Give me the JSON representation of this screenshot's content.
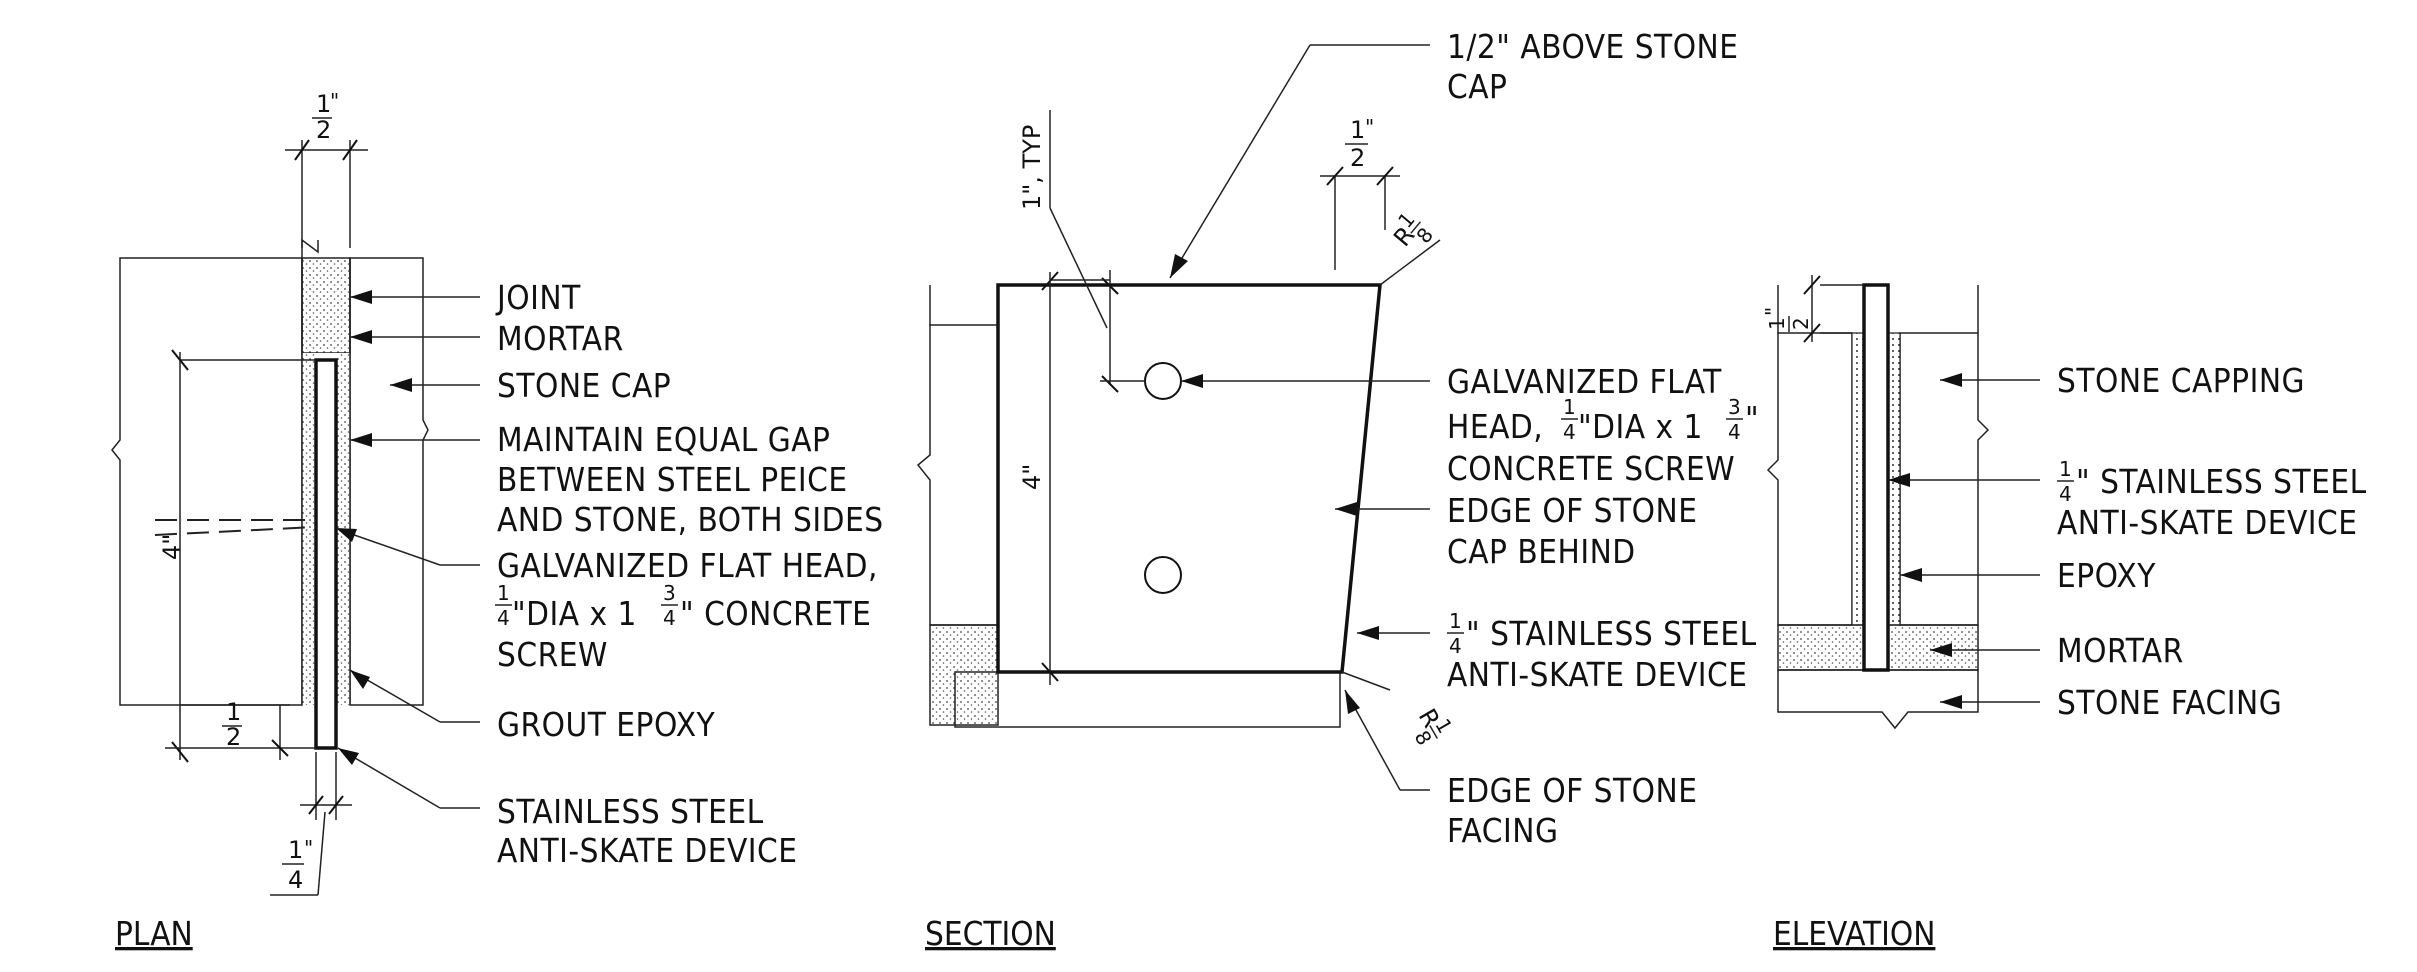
{
  "plan": {
    "title": "PLAN",
    "labels": {
      "joint": "JOINT",
      "mortar": "MORTAR",
      "stone_cap": "STONE CAP",
      "gap_1": "MAINTAIN EQUAL GAP",
      "gap_2": "BETWEEN STEEL PEICE",
      "gap_3": "AND STONE, BOTH SIDES",
      "screw_1": "GALVANIZED FLAT HEAD,",
      "screw_2": "\"DIA x 1",
      "screw_3": "\" CONCRETE",
      "screw_4": "SCREW",
      "grout": "GROUT EPOXY",
      "device_1": "STAINLESS STEEL",
      "device_2": "ANTI-SKATE DEVICE"
    },
    "dims": {
      "top": "1/2\"",
      "left": "4\"",
      "bottom_left": "1/2\"",
      "bottom": "1/4\""
    }
  },
  "section": {
    "title": "SECTION",
    "labels": {
      "above_1": "1/2\" ABOVE STONE",
      "above_2": "CAP",
      "screw_1": "GALVANIZED FLAT",
      "screw_2": "HEAD, ",
      "screw_2b": "\"DIA x 1",
      "screw_3": "CONCRETE SCREW",
      "edge_cap_1": "EDGE OF STONE",
      "edge_cap_2": "CAP BEHIND",
      "device_1": "\" STAINLESS STEEL",
      "device_2": "ANTI-SKATE DEVICE",
      "facing_1": "EDGE OF STONE",
      "facing_2": "FACING"
    },
    "dims": {
      "typ": "1\", TYP",
      "top_right": "1/2\"",
      "left": "4\"",
      "r_top": "R1/8\"",
      "r_bot": "R1/8\""
    }
  },
  "elevation": {
    "title": "ELEVATION",
    "labels": {
      "capping": "STONE CAPPING",
      "steel_1": "\" STAINLESS STEEL",
      "steel_2": "ANTI-SKATE DEVICE",
      "epoxy": "EPOXY",
      "mortar": "MORTAR",
      "facing": "STONE FACING"
    },
    "dims": {
      "top": "1/2\""
    }
  },
  "fractions": {
    "one": "1",
    "two": "2",
    "three": "3",
    "four": "4",
    "eight": "8",
    "inch": "\"",
    "r": "R"
  }
}
